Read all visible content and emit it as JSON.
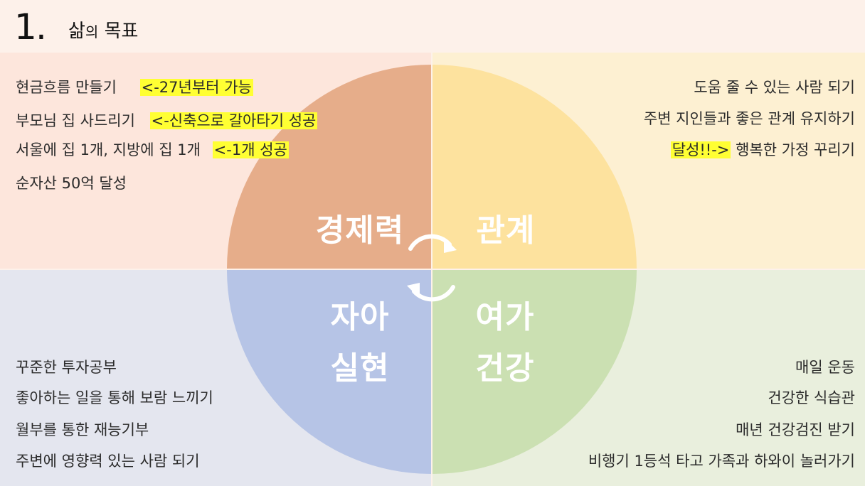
{
  "header": {
    "number": "1",
    "dot": ".",
    "title_main1": "삶",
    "title_small": "의",
    "title_main2": " 목표"
  },
  "quadrants": {
    "tl": {
      "label": "경제력",
      "color": "#e6ad8a",
      "bg": "#fde6dc"
    },
    "tr": {
      "label": "관계",
      "color": "#fde29e",
      "bg": "#fdf0d2"
    },
    "bl": {
      "label_line1": "자아",
      "label_line2": "실현",
      "color": "#b6c4e6",
      "bg": "#e4e6ef"
    },
    "br": {
      "label_line1": "여가",
      "label_line2": "건강",
      "color": "#cbe0b2",
      "bg": "#e9efdd"
    }
  },
  "economy": {
    "items": [
      {
        "text": "현금흐름 만들기",
        "note": "<-27년부터 가능"
      },
      {
        "text": "부모님 집 사드리기",
        "note": "<-신축으로 갈아타기 성공"
      },
      {
        "text": "서울에 집 1개, 지방에 집 1개",
        "note": "<-1개 성공"
      },
      {
        "text": "순자산 50억 달성",
        "note": ""
      }
    ]
  },
  "relations": {
    "items": [
      {
        "text": "도움 줄 수 있는 사람 되기"
      },
      {
        "text": "주변 지인들과 좋은 관계 유지하기"
      },
      {
        "prefix": "달성!!->",
        "text": " 행복한 가정 꾸리기"
      }
    ]
  },
  "self": {
    "items": [
      "꾸준한 투자공부",
      "좋아하는 일을 통해 보람 느끼기",
      "월부를 통한 재능기부",
      "주변에 영향력 있는 사람 되기"
    ]
  },
  "leisure": {
    "items": [
      "매일 운동",
      "건강한 식습관",
      "매년 건강검진 받기",
      "비행기 1등석 타고 가족과 하와이 놀러가기"
    ]
  }
}
